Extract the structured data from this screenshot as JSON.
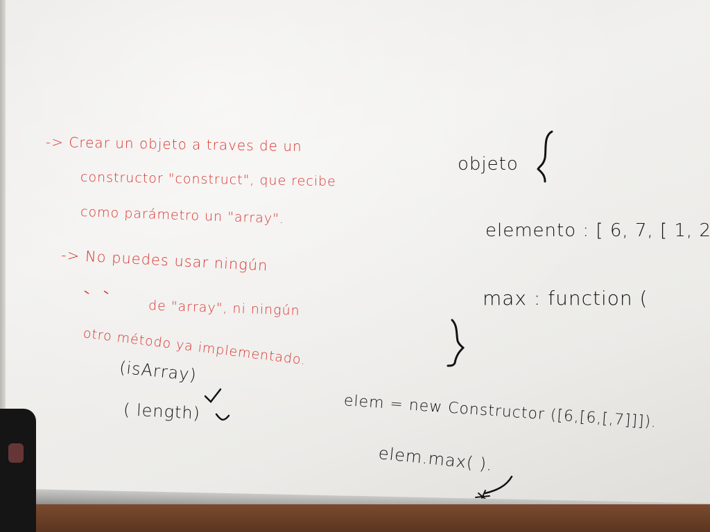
{
  "whiteboard": {
    "red_notes": {
      "line1": "-> Crear un objeto a traves de un",
      "line2": "constructor  \"construct\", que recibe",
      "line3": "como parámetro un \"array\".",
      "line4": "-> No puedes usar ningún",
      "line5": "de \"array\", ni ningún",
      "line6": "otro método ya implementado."
    },
    "black_notes": {
      "allowed1": "(isArray)",
      "allowed2": "( length)",
      "obj_title": "objeto",
      "elem_line": "elemento :  [ 6, 7, [ 1, 2",
      "max_line": "max :  function (",
      "code_line1": "elem = new Constructor ([6,[6,[,7]]]).",
      "code_line2": "elem.max(  )."
    },
    "ink_colors": {
      "red": "#d9322c",
      "black": "#121212"
    }
  }
}
